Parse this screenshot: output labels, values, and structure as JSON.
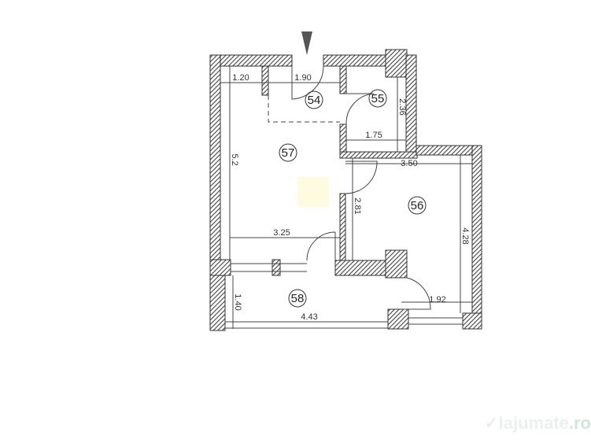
{
  "plan": {
    "entrance_marker": "entrance-arrow",
    "rooms": [
      {
        "id": "54",
        "label": "54"
      },
      {
        "id": "55",
        "label": "55"
      },
      {
        "id": "56",
        "label": "56"
      },
      {
        "id": "57",
        "label": "57"
      },
      {
        "id": "58",
        "label": "58"
      }
    ],
    "dimensions": {
      "d_1_20": "1.20",
      "d_1_90": "1.90",
      "d_2_36": "2.36",
      "d_1_75": "1.75",
      "d_5_2": "5.2",
      "d_3_50": "3.50",
      "d_2_81": "2.81",
      "d_4_28": "4.28",
      "d_3_25": "3.25",
      "d_1_92": "1.92",
      "d_1_40": "1.40",
      "d_4_43": "4.43"
    },
    "colors": {
      "wall": "#555555",
      "line": "#444444",
      "highlight": "#fffbe0"
    }
  },
  "watermark": {
    "brand": "lajumate",
    "tld": ".ro"
  }
}
